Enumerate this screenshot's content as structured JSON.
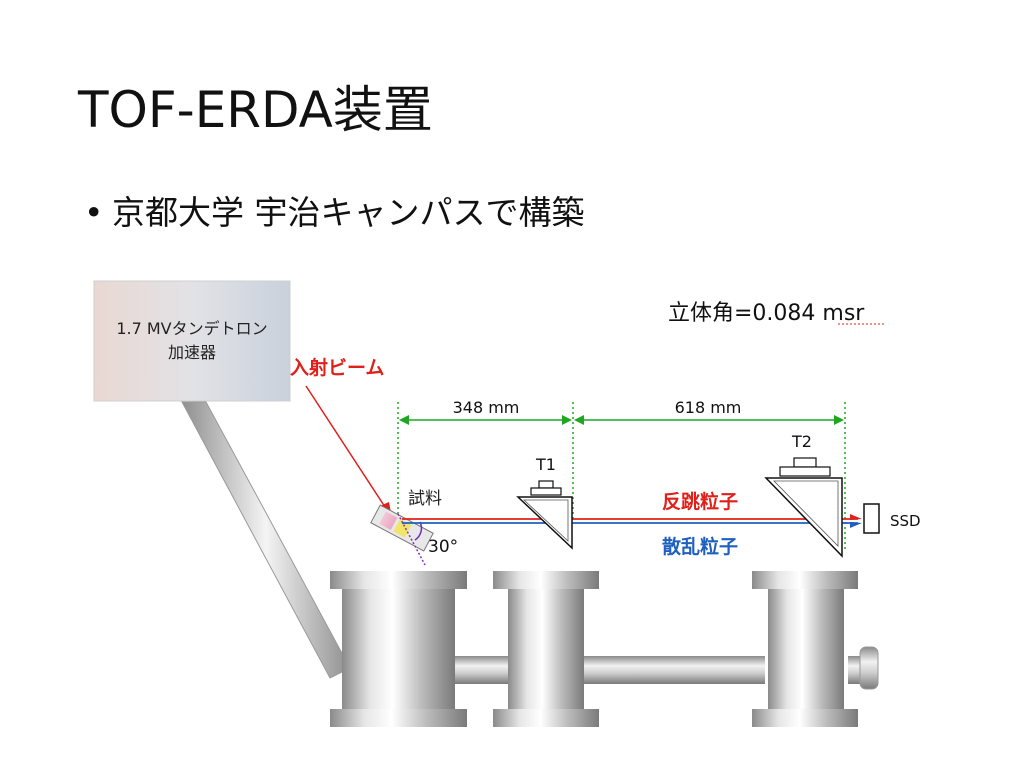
{
  "slide": {
    "title": "TOF-ERDA装置",
    "bullet": "京都大学 宇治キャンパスで構築"
  },
  "diagram": {
    "accelerator_line1": "1.7 MVタンデトロン",
    "accelerator_line2": "加速器",
    "incident_beam_label": "入射ビーム",
    "solid_angle_label": "立体角=0.084 msr",
    "distance_1": "348 mm",
    "distance_2": "618 mm",
    "sample_label": "試料",
    "angle_label": "30°",
    "t1_label": "T1",
    "t2_label": "T2",
    "recoil_label": "反跳粒子",
    "scatter_label": "散乱粒子",
    "ssd_label": "SSD",
    "colors": {
      "recoil": "#e0201b",
      "scatter": "#1f5fbf",
      "dimension": "#1fa81f",
      "accelerator_box": "#dcdcdc"
    }
  }
}
